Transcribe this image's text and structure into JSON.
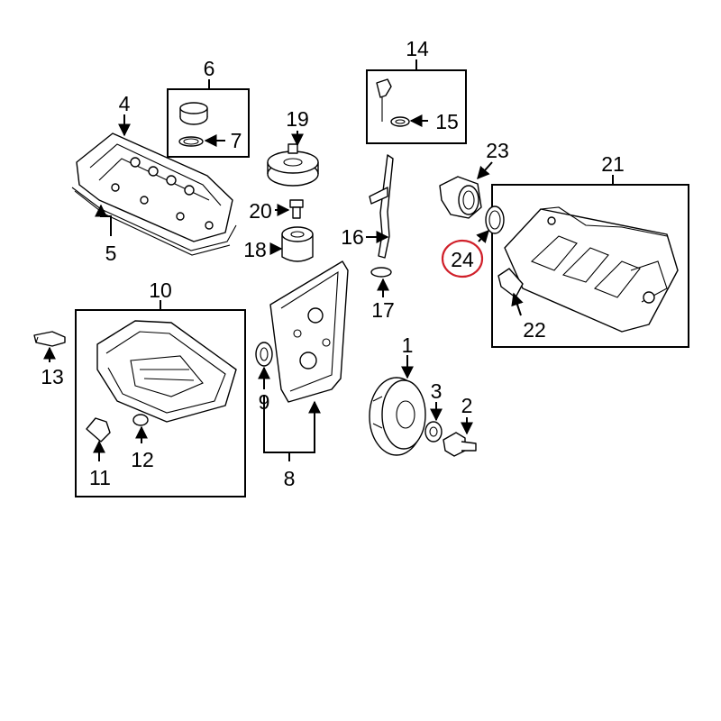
{
  "diagram": {
    "highlight_color": "#d0202a",
    "callouts": [
      {
        "id": "c1",
        "label": "1"
      },
      {
        "id": "c2",
        "label": "2"
      },
      {
        "id": "c3",
        "label": "3"
      },
      {
        "id": "c4",
        "label": "4"
      },
      {
        "id": "c5",
        "label": "5"
      },
      {
        "id": "c6",
        "label": "6"
      },
      {
        "id": "c7",
        "label": "7"
      },
      {
        "id": "c8",
        "label": "8"
      },
      {
        "id": "c9",
        "label": "9"
      },
      {
        "id": "c10",
        "label": "10"
      },
      {
        "id": "c11",
        "label": "11"
      },
      {
        "id": "c12",
        "label": "12"
      },
      {
        "id": "c13",
        "label": "13"
      },
      {
        "id": "c14",
        "label": "14"
      },
      {
        "id": "c15",
        "label": "15"
      },
      {
        "id": "c16",
        "label": "16"
      },
      {
        "id": "c17",
        "label": "17"
      },
      {
        "id": "c18",
        "label": "18"
      },
      {
        "id": "c19",
        "label": "19"
      },
      {
        "id": "c20",
        "label": "20"
      },
      {
        "id": "c21",
        "label": "21"
      },
      {
        "id": "c22",
        "label": "22"
      },
      {
        "id": "c23",
        "label": "23"
      },
      {
        "id": "c24",
        "label": "24",
        "highlighted": true
      }
    ]
  }
}
